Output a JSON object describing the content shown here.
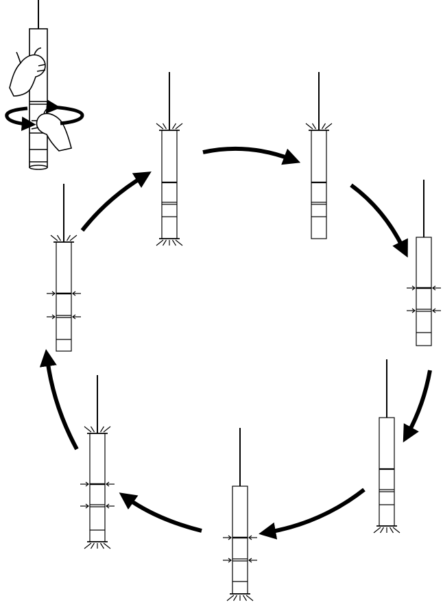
{
  "diagram": {
    "type": "cycle",
    "intro_step": {
      "icon": "hands-rotating-tube-icon",
      "rotation_icon": "rotate-arrows-icon"
    },
    "steps": [
      {
        "id": 1,
        "icon": "light-tube-icon",
        "glow_top": true,
        "glow_bottom": true,
        "bands": 1,
        "squeeze_arrows": false
      },
      {
        "id": 2,
        "icon": "light-tube-icon",
        "glow_top": true,
        "glow_bottom": false,
        "bands": 1,
        "squeeze_arrows": false
      },
      {
        "id": 3,
        "icon": "light-tube-icon",
        "glow_top": false,
        "glow_bottom": false,
        "bands": 2,
        "squeeze_arrows": true
      },
      {
        "id": 4,
        "icon": "light-tube-icon",
        "glow_top": false,
        "glow_bottom": true,
        "bands": 1,
        "squeeze_arrows": false
      },
      {
        "id": 5,
        "icon": "light-tube-icon",
        "glow_top": false,
        "glow_bottom": true,
        "bands": 2,
        "squeeze_arrows": true
      },
      {
        "id": 6,
        "icon": "light-tube-icon",
        "glow_top": true,
        "glow_bottom": true,
        "bands": 2,
        "squeeze_arrows": true
      },
      {
        "id": 7,
        "icon": "light-tube-icon",
        "glow_top": true,
        "glow_bottom": false,
        "bands": 2,
        "squeeze_arrows": true
      }
    ],
    "transitions": [
      {
        "from": 1,
        "to": 2,
        "icon": "arrow-right-icon"
      },
      {
        "from": 2,
        "to": 3,
        "icon": "arrow-down-right-icon"
      },
      {
        "from": 3,
        "to": 4,
        "icon": "arrow-down-icon"
      },
      {
        "from": 4,
        "to": 5,
        "icon": "arrow-down-left-icon"
      },
      {
        "from": 5,
        "to": 6,
        "icon": "arrow-left-icon"
      },
      {
        "from": 6,
        "to": 7,
        "icon": "arrow-up-icon"
      },
      {
        "from": 7,
        "to": 1,
        "icon": "arrow-up-right-icon"
      }
    ],
    "colors": {
      "ink": "#000000",
      "paper": "#ffffff",
      "skin": "#ffffff"
    }
  }
}
